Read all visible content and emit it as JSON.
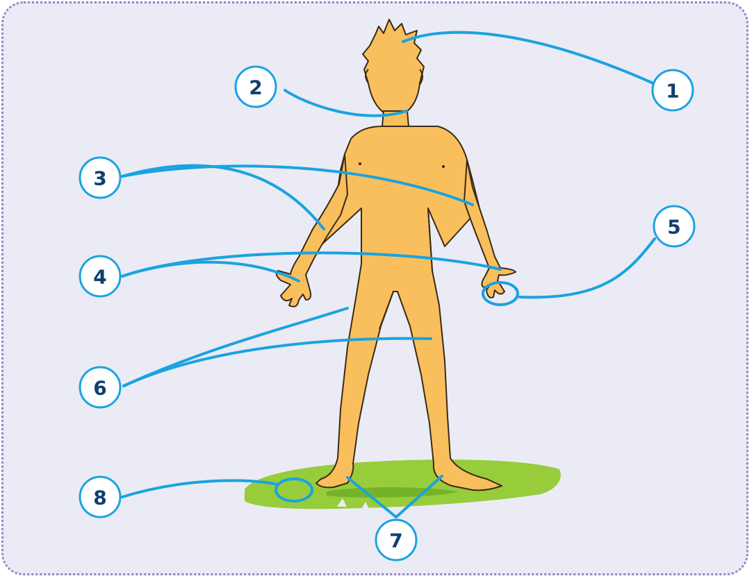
{
  "diagram": {
    "labels": [
      {
        "id": "1",
        "text": "1"
      },
      {
        "id": "2",
        "text": "2"
      },
      {
        "id": "3",
        "text": "3"
      },
      {
        "id": "4",
        "text": "4"
      },
      {
        "id": "5",
        "text": "5"
      },
      {
        "id": "6",
        "text": "6"
      },
      {
        "id": "7",
        "text": "7"
      },
      {
        "id": "8",
        "text": "8"
      }
    ]
  },
  "colors": {
    "card_background": "#ebebf5",
    "card_border": "#8c86c6",
    "leader_lines": "#1aa3e0",
    "label_circle_fill": "#ffffff",
    "label_text": "#0f3f6e",
    "skin": "#f9bf5c",
    "outline": "#3a2a1a",
    "grass": "#97cc3b"
  }
}
